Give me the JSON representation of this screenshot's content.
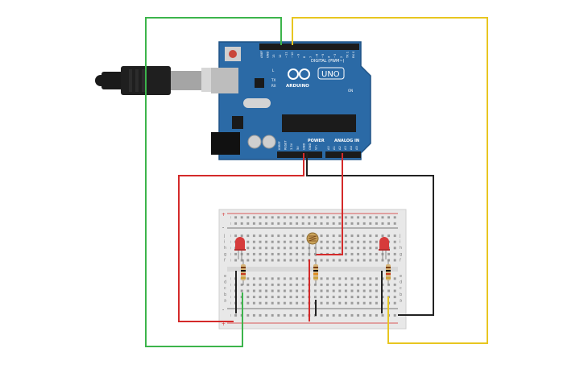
{
  "board": {
    "brand": "ARDUINO",
    "model": "UNO",
    "on_label": "ON",
    "tx_label": "TX",
    "rx_label": "RX",
    "l_label": "L",
    "digital_header": "DIGITAL (PWM~)",
    "power_header": "POWER",
    "analog_header": "ANALOG IN",
    "top_pins": [
      "AREF",
      "GND",
      "13",
      "12",
      "~11",
      "~10",
      "~9",
      "8",
      "7",
      "~6",
      "~5",
      "4",
      "~3",
      "2",
      "TX 1",
      "RX 0"
    ],
    "power_pins": [
      "IOREF",
      "RESET",
      "3.3V",
      "5V",
      "GND",
      "GND",
      "Vin"
    ],
    "analog_pins": [
      "A0",
      "A1",
      "A2",
      "A3",
      "A4",
      "A5"
    ]
  },
  "breadboard": {
    "rows_top": [
      "j",
      "i",
      "h",
      "g",
      "f"
    ],
    "rows_bottom": [
      "e",
      "d",
      "c",
      "b",
      "a"
    ],
    "plus": "+",
    "minus": "-"
  },
  "colors": {
    "board": "#2b6aa6",
    "wire_green": "#3cb44b",
    "wire_yellow": "#e8c620",
    "wire_red": "#d42a2a",
    "wire_black": "#222222",
    "led_red": "#d63b3b"
  },
  "components": {
    "leds": 2,
    "resistors": 3,
    "photoresistors": 1
  }
}
